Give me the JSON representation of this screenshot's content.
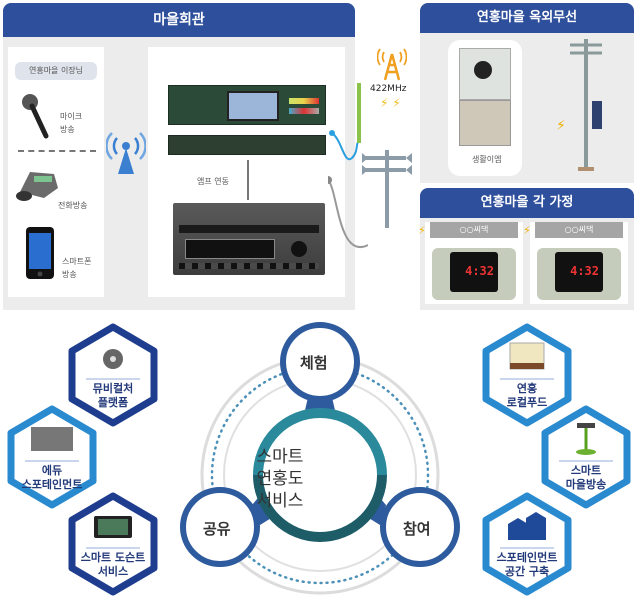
{
  "top": {
    "village_hall": {
      "title": "마을회관",
      "leader_label": "연홍마을 이장님",
      "inputs": [
        {
          "icon": "microphone-icon",
          "label": "마이크\n방송"
        },
        {
          "icon": "telephone-icon",
          "label": "전화방송"
        },
        {
          "icon": "smartphone-icon",
          "label": "스마트폰\n방송"
        }
      ],
      "amp_link_label": "앰프 연동"
    },
    "frequency_label": "422MHz",
    "outdoor": {
      "title": "연홍마을 옥외무선",
      "receiver_label": "생활이엠"
    },
    "homes": {
      "title": "연홍마을 각 가정",
      "units": [
        {
          "label": "○○씨댁"
        },
        {
          "label": "○○씨댁"
        }
      ],
      "clock_display": "4:32"
    }
  },
  "bottom": {
    "center": {
      "line1": "스마트",
      "line2": "연홍도",
      "line3": "서비스"
    },
    "nodes": [
      {
        "label": "체험"
      },
      {
        "label": "공유"
      },
      {
        "label": "참여"
      }
    ],
    "left_hexes": [
      {
        "icon": "film-reel-icon",
        "line1": "뮤비컬처",
        "line2": "플랫폼"
      },
      {
        "icon": "edutainment-photo-icon",
        "line1": "에듀",
        "line2": "스포테인먼트"
      },
      {
        "icon": "tablet-icon",
        "line1": "스마트 도슨트",
        "line2": "서비스"
      }
    ],
    "right_hexes": [
      {
        "icon": "website-icon",
        "line1": "연홍",
        "line2": "로컬푸드"
      },
      {
        "icon": "broadcast-speaker-icon",
        "line1": "스마트",
        "line2": "마을방송"
      },
      {
        "icon": "buildings-icon",
        "line1": "스포테인먼트",
        "line2": "공간 구축"
      }
    ]
  },
  "colors": {
    "header_blue": "#2e4f9c",
    "hex_dark": "#1f3d8f",
    "hex_light": "#2a8ad0",
    "center_teal": "#2a8a9c",
    "center_dark": "#1e5d68"
  }
}
